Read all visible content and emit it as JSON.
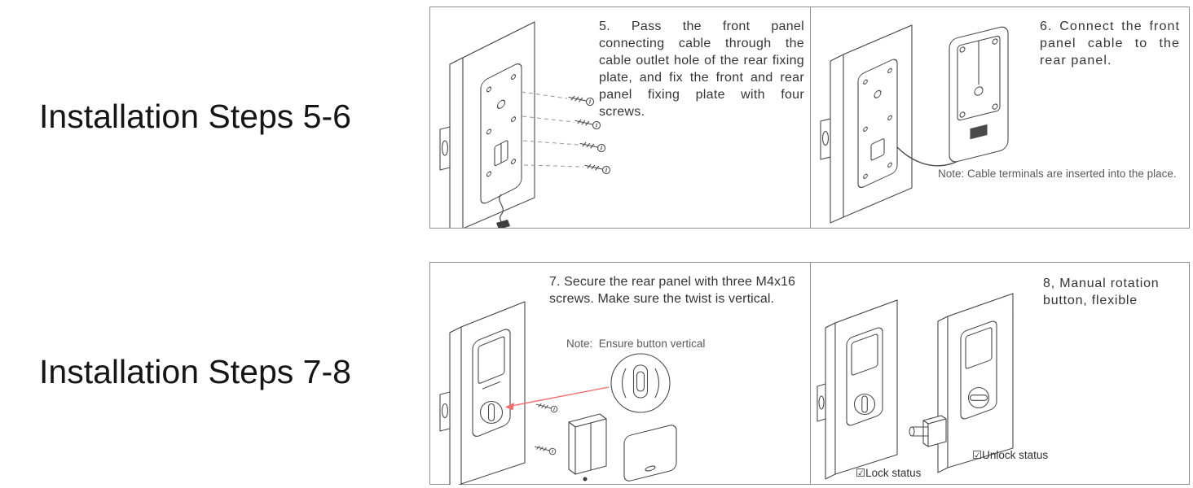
{
  "headings": {
    "steps_5_6": "Installation Steps 5-6",
    "steps_7_8": "Installation Steps 7-8"
  },
  "panels": {
    "step5": {
      "instruction": "5. Pass the front panel connecting cable through the cable outlet hole of the rear fixing plate, and fix the front and rear panel fixing plate with four screws."
    },
    "step6": {
      "instruction": "6. Connect the front panel cable to the rear panel.",
      "note": "Note: Cable terminals are inserted into the place."
    },
    "step7": {
      "instruction": "7. Secure the rear panel with three M4x16 screws. Make sure the twist is vertical.",
      "note": "Note:  Ensure button vertical"
    },
    "step8": {
      "instruction": "8, Manual rotation button, flexible",
      "lock_status_label": "☑Lock status",
      "unlock_status_label": "☑Unlock status"
    }
  },
  "colors": {
    "line_art": "#4a4a4a",
    "panel_border": "#8f8f8f",
    "heading_text": "#151515",
    "body_text": "#353535",
    "note_text": "#5a5a5a",
    "arrow_red": "#f26c6c"
  }
}
